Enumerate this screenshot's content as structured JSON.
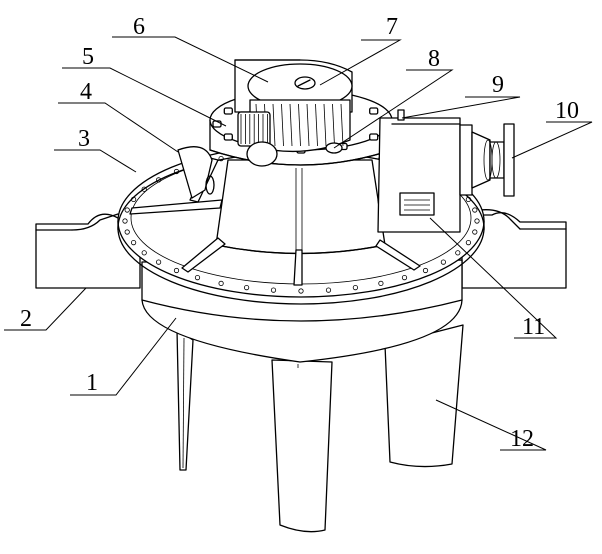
{
  "labels": [
    {
      "id": "1",
      "text": "1"
    },
    {
      "id": "2",
      "text": "2"
    },
    {
      "id": "3",
      "text": "3"
    },
    {
      "id": "4",
      "text": "4"
    },
    {
      "id": "5",
      "text": "5"
    },
    {
      "id": "6",
      "text": "6"
    },
    {
      "id": "7",
      "text": "7"
    },
    {
      "id": "8",
      "text": "8"
    },
    {
      "id": "9",
      "text": "9"
    },
    {
      "id": "10",
      "text": "10"
    },
    {
      "id": "11",
      "text": "11"
    },
    {
      "id": "12",
      "text": "12"
    }
  ],
  "colors": {
    "stroke": "#000000",
    "background": "#ffffff"
  }
}
